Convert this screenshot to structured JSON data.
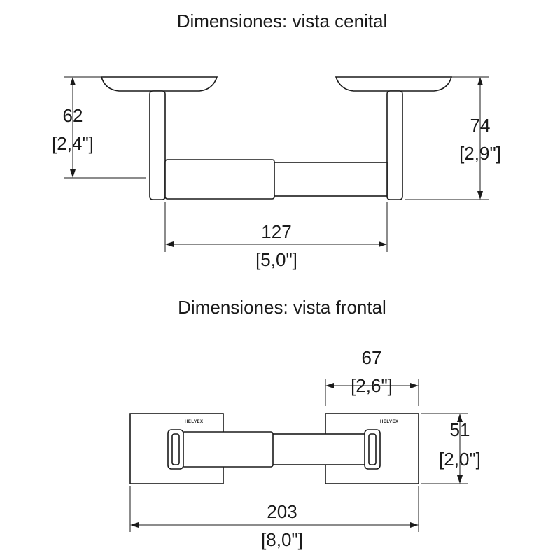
{
  "top_view": {
    "title": "Dimensiones: vista cenital",
    "depth_left": {
      "mm": "62",
      "in": "[2,4\"]"
    },
    "depth_right": {
      "mm": "74",
      "in": "[2,9\"]"
    },
    "width": {
      "mm": "127",
      "in": "[5,0\"]"
    }
  },
  "front_view": {
    "title": "Dimensiones: vista frontal",
    "plate_width": {
      "mm": "67",
      "in": "[2,6\"]"
    },
    "plate_height": {
      "mm": "51",
      "in": "[2,0\"]"
    },
    "overall_width": {
      "mm": "203",
      "in": "[8,0\"]"
    },
    "brand_left": "HELVEX",
    "brand_right": "HELVEX"
  }
}
